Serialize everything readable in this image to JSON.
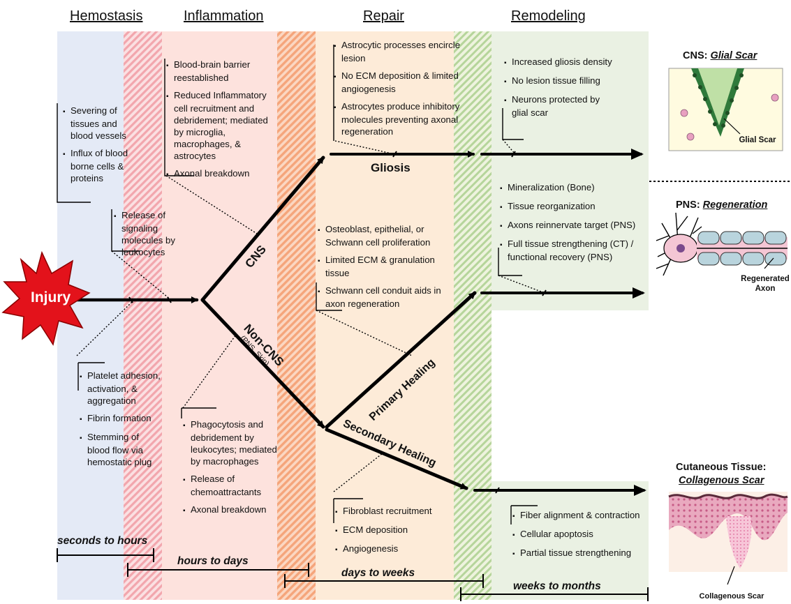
{
  "phases": {
    "hemostasis": "Hemostasis",
    "inflammation": "Inflammation",
    "repair": "Repair",
    "remodeling": "Remodeling"
  },
  "colors": {
    "hemostasis_bg": "#e3eaf6",
    "inflammation_bg": "#fde3da",
    "repair_bg": "#fdebd6",
    "remodeling_bg": "#e9f0e2",
    "stripe_pink": "#f1a0a0",
    "stripe_orange": "#f7b48a",
    "stripe_green": "#a9d18e",
    "injury_red": "#e3121b"
  },
  "injury": "Injury",
  "hemostasis_notes_top": [
    "Severing of tissues and blood vessels",
    "Influx of blood borne cells & proteins"
  ],
  "hemostasis_notes_bottom": [
    "Platelet adhesion, activation, & aggregation",
    "Fibrin formation",
    "Stemming of blood flow via hemostatic plug"
  ],
  "signaling_note": [
    "Release of signaling molecules by leukocytes"
  ],
  "inflammation_cns_notes": [
    "Blood-brain barrier reestablished",
    "Reduced Inflammatory cell recruitment and debridement; mediated by microglia,  macrophages, & astrocytes",
    "Axonal breakdown"
  ],
  "inflammation_noncns_notes": [
    "Phagocytosis and debridement by leukocytes; mediated by macrophages",
    "Release of chemoattractants",
    "Axonal breakdown"
  ],
  "repair_cns_notes": [
    "Astrocytic processes encircle lesion",
    "No ECM deposition & limited angiogenesis",
    "Astrocytes produce inhibitory molecules preventing axonal regeneration"
  ],
  "repair_primary_notes": [
    "Osteoblast, epithelial, or Schwann cell proliferation",
    "Limited ECM & granulation tissue",
    "Schwann cell conduit aids in axon regeneration"
  ],
  "repair_secondary_notes": [
    "Fibroblast recruitment",
    "ECM deposition",
    "Angiogenesis"
  ],
  "remodel_cns_notes": [
    "Increased gliosis density",
    "No lesion tissue filling",
    "Neurons protected by glial scar"
  ],
  "remodel_pns_notes": [
    "Mineralization (Bone)",
    "Tissue reorganization",
    "Axons reinnervate target (PNS)",
    "Full tissue strengthening (CT) / functional recovery (PNS)"
  ],
  "remodel_skin_notes": [
    "Fiber alignment & contraction",
    "Cellular apoptosis",
    "Partial tissue strengthening"
  ],
  "pathways": {
    "cns": "CNS",
    "non_cns": "Non-CNS",
    "non_cns_sub": "(PNS, Skin)",
    "gliosis": "Gliosis",
    "primary": "Primary Healing",
    "secondary": "Secondary Healing"
  },
  "timeline": {
    "t1": "seconds to hours",
    "t2": "hours to days",
    "t3": "days to weeks",
    "t4": "weeks to months"
  },
  "outcomes": {
    "cns_prefix": "CNS: ",
    "cns_title": "Glial Scar",
    "cns_label": "Glial Scar",
    "pns_prefix": "PNS: ",
    "pns_title": "Regeneration",
    "pns_label": "Regenerated Axon",
    "skin_title_1": "Cutaneous Tissue:",
    "skin_title_2": "Collagenous Scar",
    "skin_label": "Collagenous Scar"
  }
}
